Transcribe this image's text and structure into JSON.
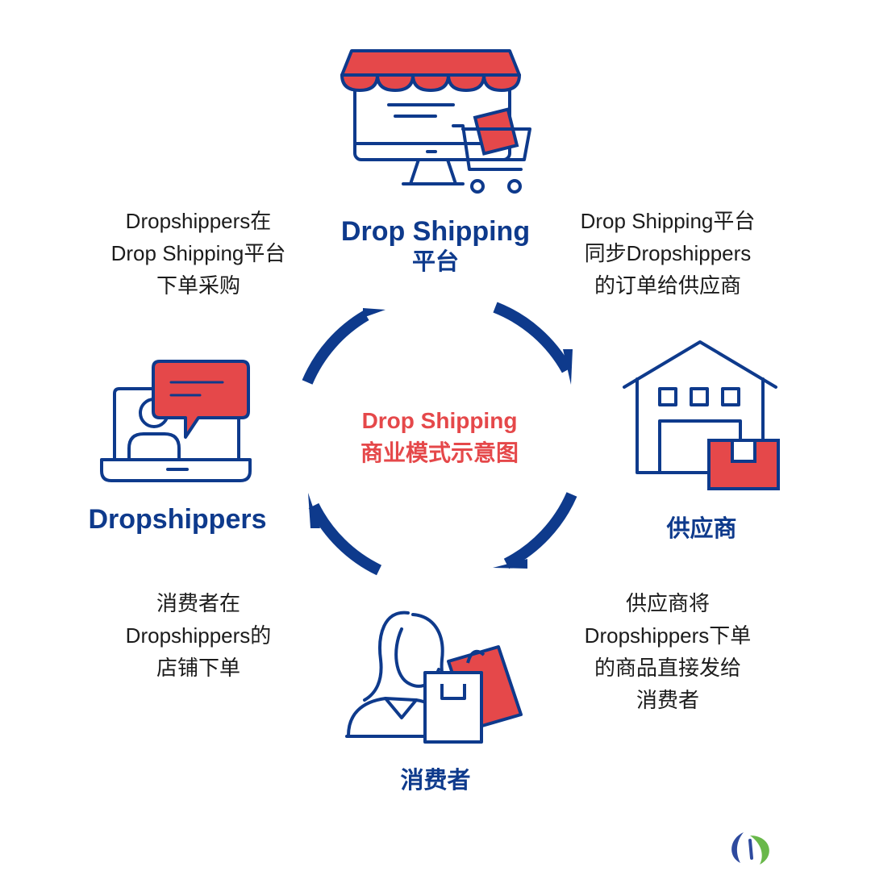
{
  "colors": {
    "navy": "#0E3A8C",
    "red": "#E5484A",
    "text": "#1c1c1c"
  },
  "center": {
    "line1": "Drop Shipping",
    "line2": "商业模式示意图"
  },
  "nodes": {
    "platform": {
      "icon": "online-store-cart-icon",
      "line1": "Drop Shipping",
      "line2": "平台"
    },
    "supplier": {
      "icon": "warehouse-icon",
      "label": "供应商"
    },
    "consumer": {
      "icon": "shopper-with-bags-icon",
      "label": "消费者"
    },
    "dropshippers": {
      "icon": "laptop-chat-user-icon",
      "label": "Dropshippers"
    }
  },
  "steps": {
    "top_left": [
      "Dropshippers在",
      "Drop Shipping平台",
      "下单采购"
    ],
    "top_right": [
      "Drop Shipping平台",
      "同步Dropshippers",
      "的订单给供应商"
    ],
    "bottom_right": [
      "供应商将",
      "Dropshippers下单",
      "的商品直接发给",
      "消费者"
    ],
    "bottom_left": [
      "消费者在",
      "Dropshippers的",
      "店铺下单"
    ]
  },
  "logo": {
    "icon": "brand-logo-icon"
  }
}
